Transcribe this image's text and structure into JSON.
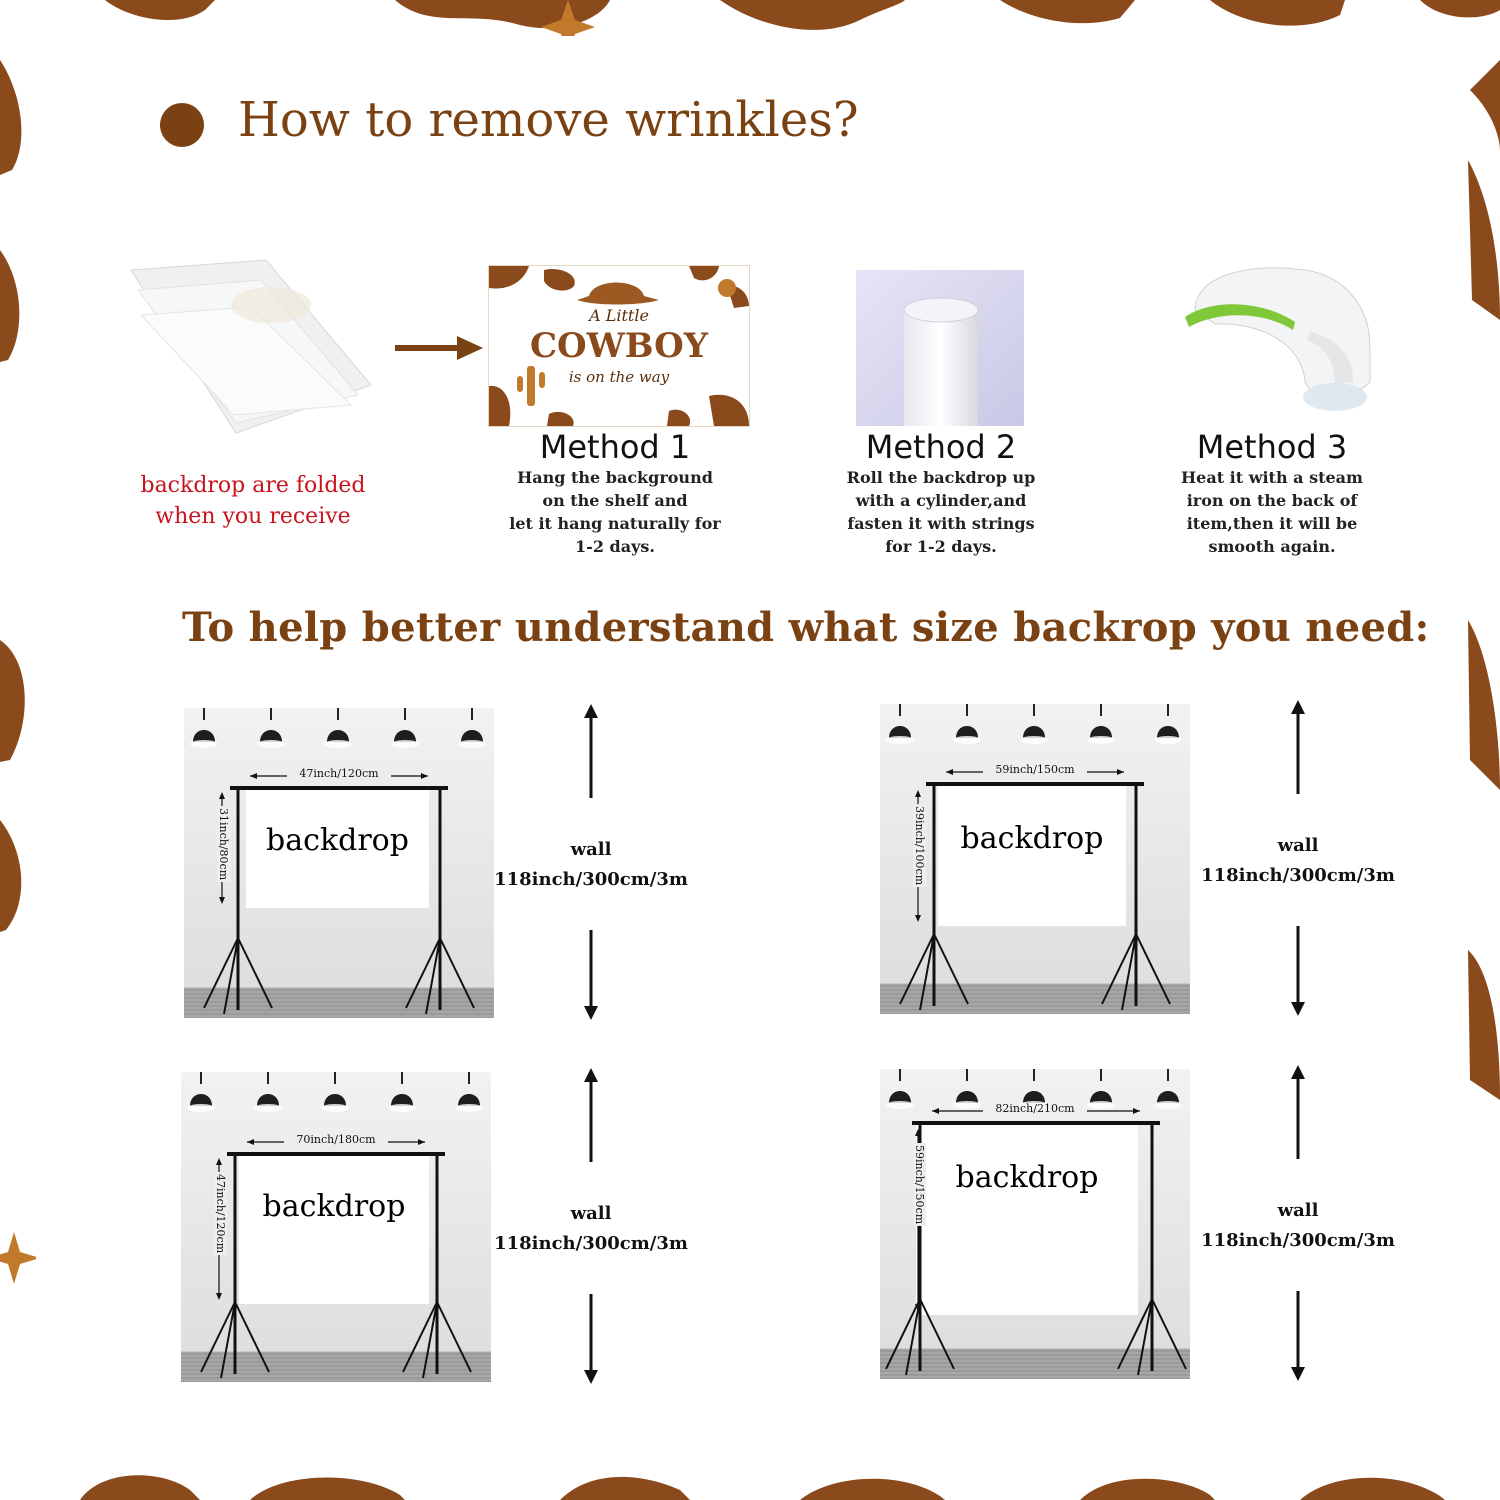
{
  "title": "How to remove wrinkles?",
  "folded_caption": [
    "backdrop are folded",
    "when you receive"
  ],
  "card": {
    "line1": "A Little",
    "line2": "COWBOY",
    "line3": "is on the way"
  },
  "methods": [
    {
      "heading": "Method 1",
      "lines": [
        "Hang the background",
        "on the shelf and",
        "let it hang naturally for",
        "1-2 days."
      ]
    },
    {
      "heading": "Method 2",
      "lines": [
        "Roll the backdrop up",
        "with a cylinder,and",
        "fasten it with strings",
        "for 1-2 days."
      ]
    },
    {
      "heading": "Method 3",
      "lines": [
        "Heat it with a steam",
        "iron on the back of",
        "item,then it will be",
        "smooth again."
      ]
    }
  ],
  "subtitle": "To help better understand what size backrop you need:",
  "sizes": [
    {
      "width_label": "47inch/120cm",
      "height_label": "31inch/80cm",
      "backdrop_label": "backdrop",
      "wall_label": "wall",
      "wall_size": "118inch/300cm/3m"
    },
    {
      "width_label": "59inch/150cm",
      "height_label": "39inch/100cm",
      "backdrop_label": "backdrop",
      "wall_label": "wall",
      "wall_size": "118inch/300cm/3m"
    },
    {
      "width_label": "70inch/180cm",
      "height_label": "47inch/120cm",
      "backdrop_label": "backdrop",
      "wall_label": "wall",
      "wall_size": "118inch/300cm/3m"
    },
    {
      "width_label": "82inch/210cm",
      "height_label": "59inch/150cm",
      "backdrop_label": "backdrop",
      "wall_label": "wall",
      "wall_size": "118inch/300cm/3m"
    }
  ],
  "colors": {
    "brown": "#7a4112",
    "red": "#c8141c",
    "pattern": "#8b4a1c"
  }
}
